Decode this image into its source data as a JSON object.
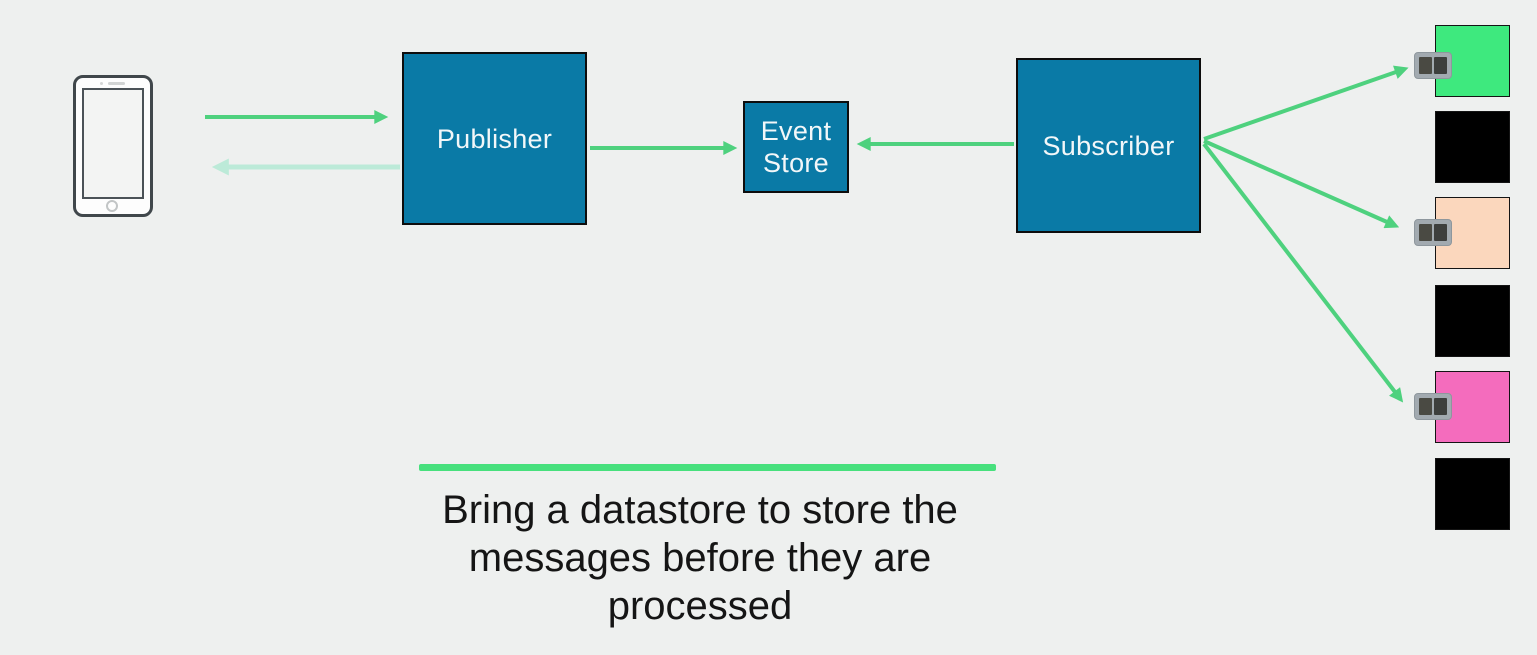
{
  "diagram": {
    "nodes": {
      "publisher": {
        "label": "Publisher"
      },
      "event_store": {
        "label": "Event Store"
      },
      "subscriber": {
        "label": "Subscriber"
      }
    },
    "icons": {
      "device": "smartphone-icon",
      "processor": "processor-chip-icon"
    },
    "colors": {
      "background": "#eef0ef",
      "node_fill": "#0a7aa6",
      "node_border": "#0d0d0d",
      "arrow_green": "#4ed17e",
      "arrow_mint": "#bcead8",
      "divider_green": "#47e07d",
      "queue_green": "#3ee97e",
      "queue_black": "#000000",
      "queue_peach": "#fbd7bd",
      "queue_pink": "#f46cbd"
    },
    "queues": [
      {
        "color": "#3ee97e",
        "processor": true
      },
      {
        "color": "#000000",
        "processor": false
      },
      {
        "color": "#fbd7bd",
        "processor": true
      },
      {
        "color": "#000000",
        "processor": false
      },
      {
        "color": "#f46cbd",
        "processor": true
      },
      {
        "color": "#000000",
        "processor": false
      }
    ],
    "caption": {
      "lines": [
        "Bring a datastore to store the",
        "messages before they are",
        "processed"
      ]
    }
  }
}
